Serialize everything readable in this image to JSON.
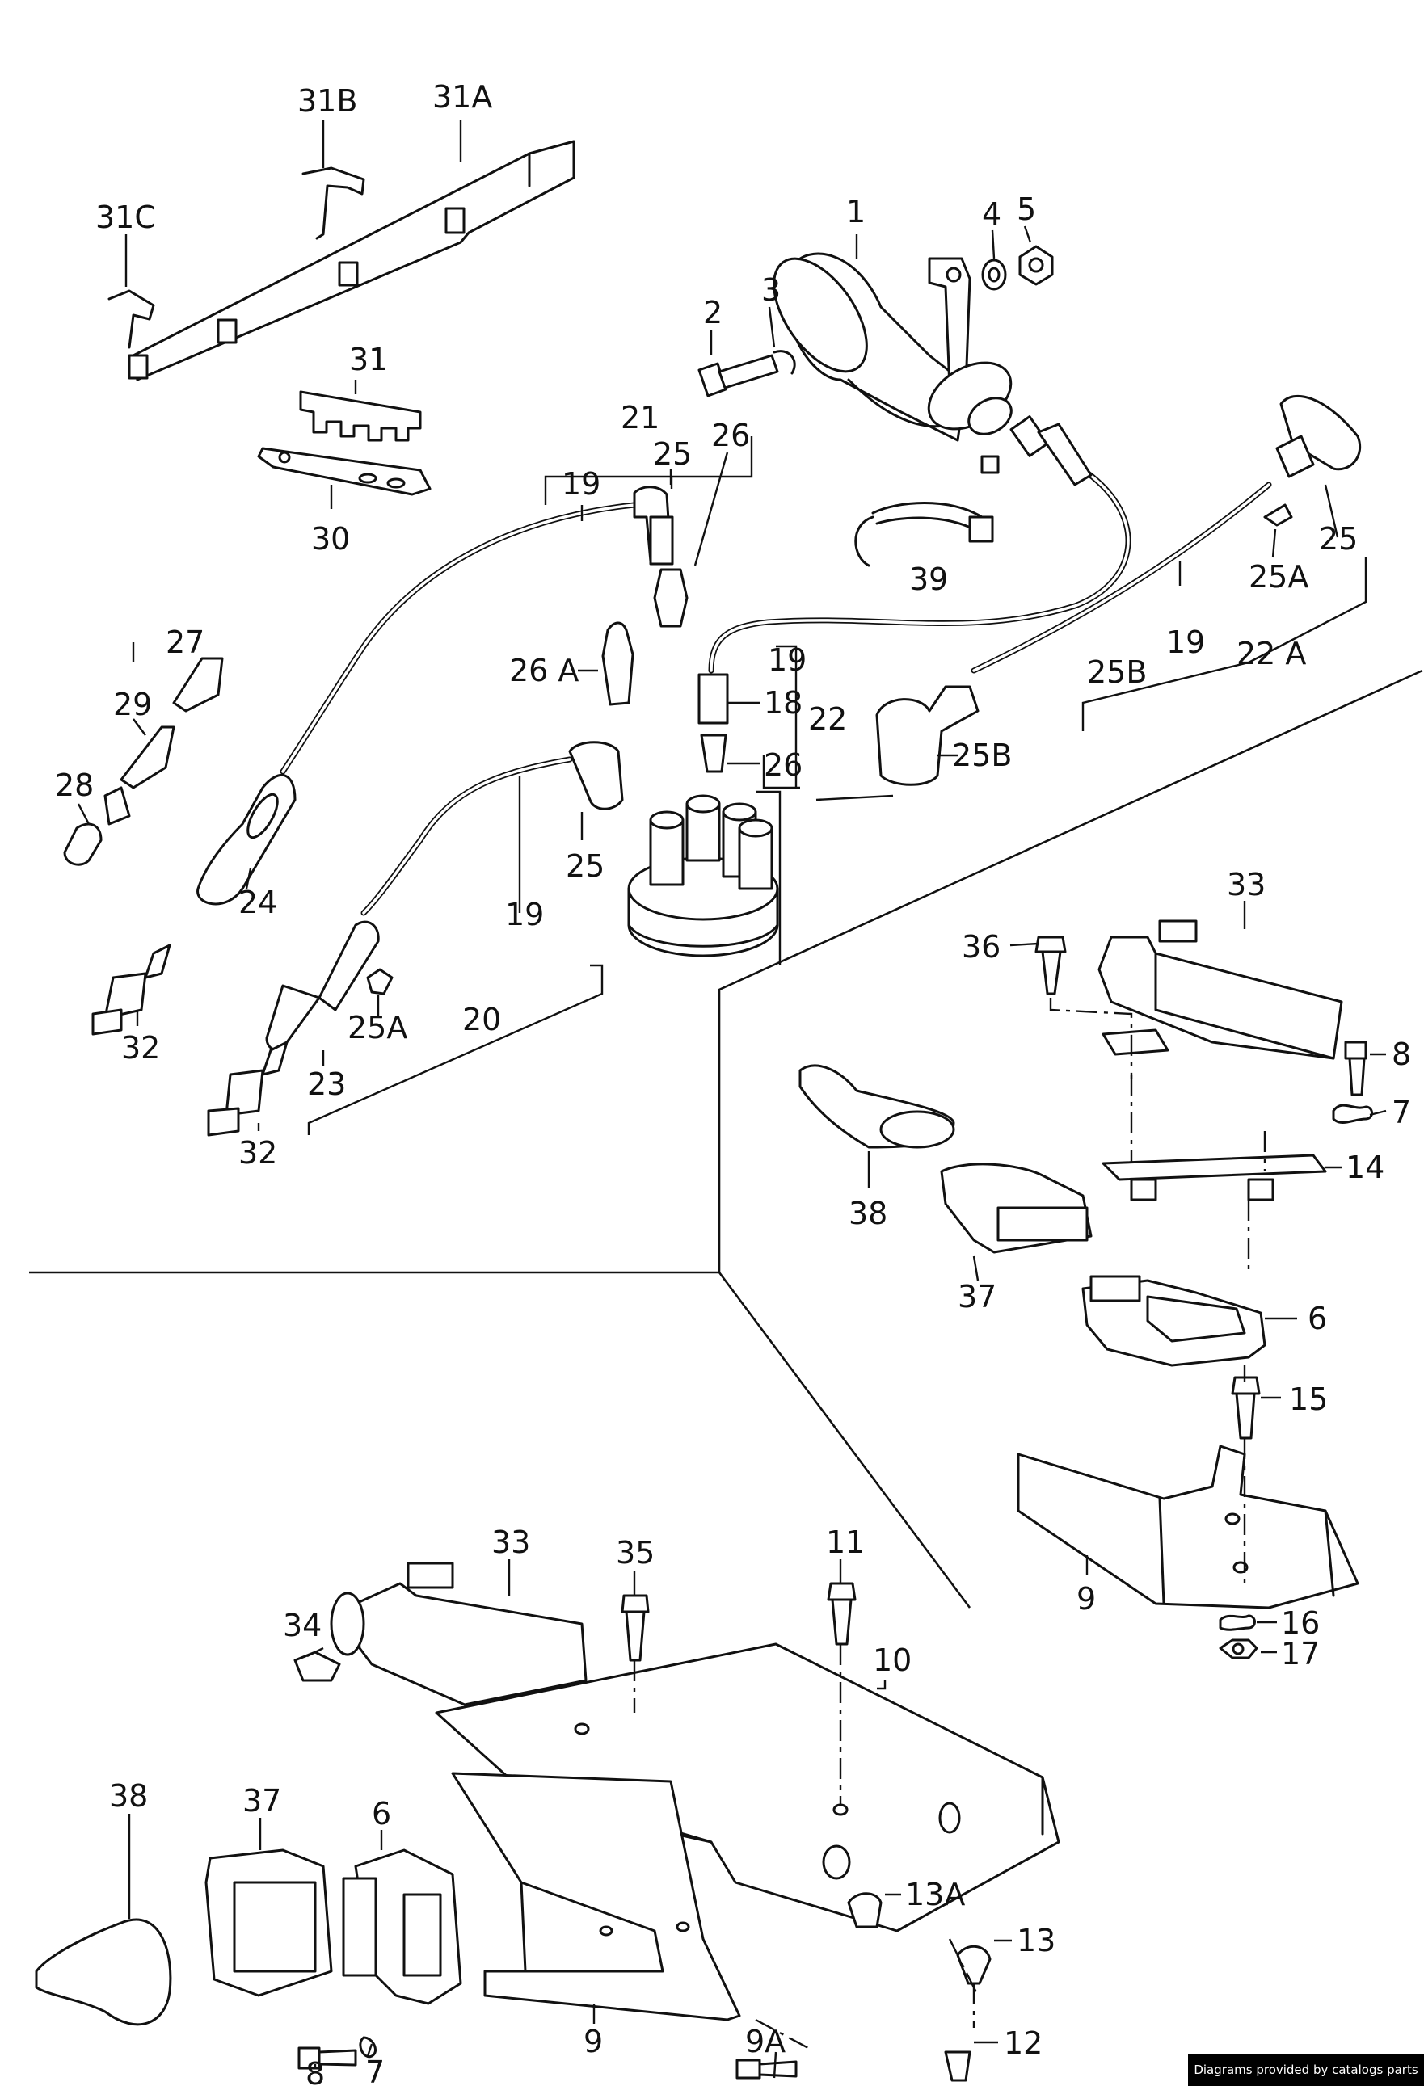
{
  "diagram": {
    "labels": {
      "l1": "1",
      "l2": "2",
      "l3": "3",
      "l4": "4",
      "l5": "5",
      "l6a": "6",
      "l6b": "6",
      "l7a": "7",
      "l7b": "7",
      "l8a": "8",
      "l8b": "8",
      "l9a": "9",
      "l9b": "9",
      "l9A": "9A",
      "l10": "10",
      "l11": "11",
      "l12": "12",
      "l13": "13",
      "l13A": "13A",
      "l14": "14",
      "l15": "15",
      "l16": "16",
      "l17": "17",
      "l18": "18",
      "l19a": "19",
      "l19b": "19",
      "l19c": "19",
      "l19d": "19",
      "l20": "20",
      "l21": "21",
      "l22": "22",
      "l22A": "22 A",
      "l23": "23",
      "l24": "24",
      "l25a": "25",
      "l25b": "25",
      "l25c": "25",
      "l25Aa": "25A",
      "l25Ab": "25A",
      "l25Ba": "25B",
      "l25Bb": "25B",
      "l26a": "26",
      "l26b": "26",
      "l26A": "26 A",
      "l27": "27",
      "l28": "28",
      "l29": "29",
      "l30": "30",
      "l31": "31",
      "l31A": "31A",
      "l31B": "31B",
      "l31C": "31C",
      "l32a": "32",
      "l32b": "32",
      "l33a": "33",
      "l33b": "33",
      "l34": "34",
      "l35": "35",
      "l36": "36",
      "l37a": "37",
      "l37b": "37",
      "l38a": "38",
      "l38b": "38",
      "l39": "39"
    }
  },
  "footer": {
    "credit": "Diagrams provided by catalogs parts"
  }
}
